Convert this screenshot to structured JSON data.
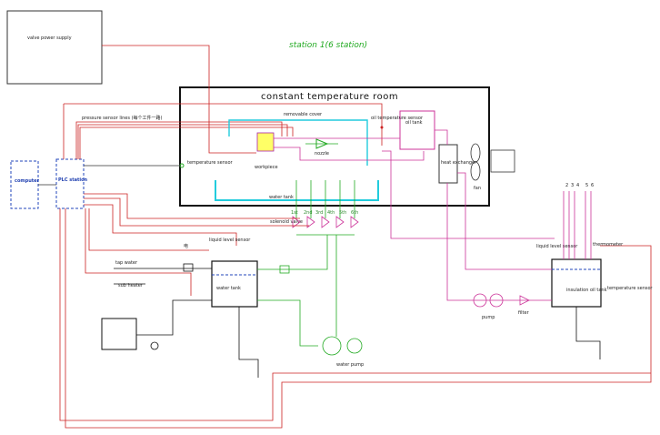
{
  "title": "station 1(6 station)",
  "room_label": "constant temperature room",
  "labels": {
    "valve_power_supply": "valve power supply",
    "computer": "computer",
    "plc_station": "PLC station",
    "pressure_sensor_lines": "pressure sensor lines (每个工件一路)",
    "removable_cover": "removable cover",
    "oil_temp_sensor": "oil temperature sensor",
    "oil_tank": "oil tank",
    "heat_exchanger": "heat exchanger",
    "fan": "fan",
    "temperature_sensor": "temperature sensor",
    "workpiece": "workpiece",
    "nozzle": "nozzle",
    "water_tank": "water tank",
    "solenoid_valve": "solenoid valve",
    "liquid_level_sensor": "liquid level sensor",
    "tap_water": "tap water",
    "sub_heater": "sub heater",
    "water_pump": "water pump",
    "insulation_oil_tank": "insulation oil tank",
    "temperature_sensor_2": "temperature sensor",
    "liquid_level_sensor_2": "liquid level sensor",
    "thermometer": "thermometer",
    "pump": "pump",
    "filter": "filter",
    "water_tank_small": "water tank",
    "station_numbers": [
      "2",
      "3",
      "4",
      "5",
      "6"
    ],
    "stations": [
      "1st",
      "2nd",
      "3rd",
      "4th",
      "5th",
      "6th"
    ],
    "cn_label": "电"
  }
}
